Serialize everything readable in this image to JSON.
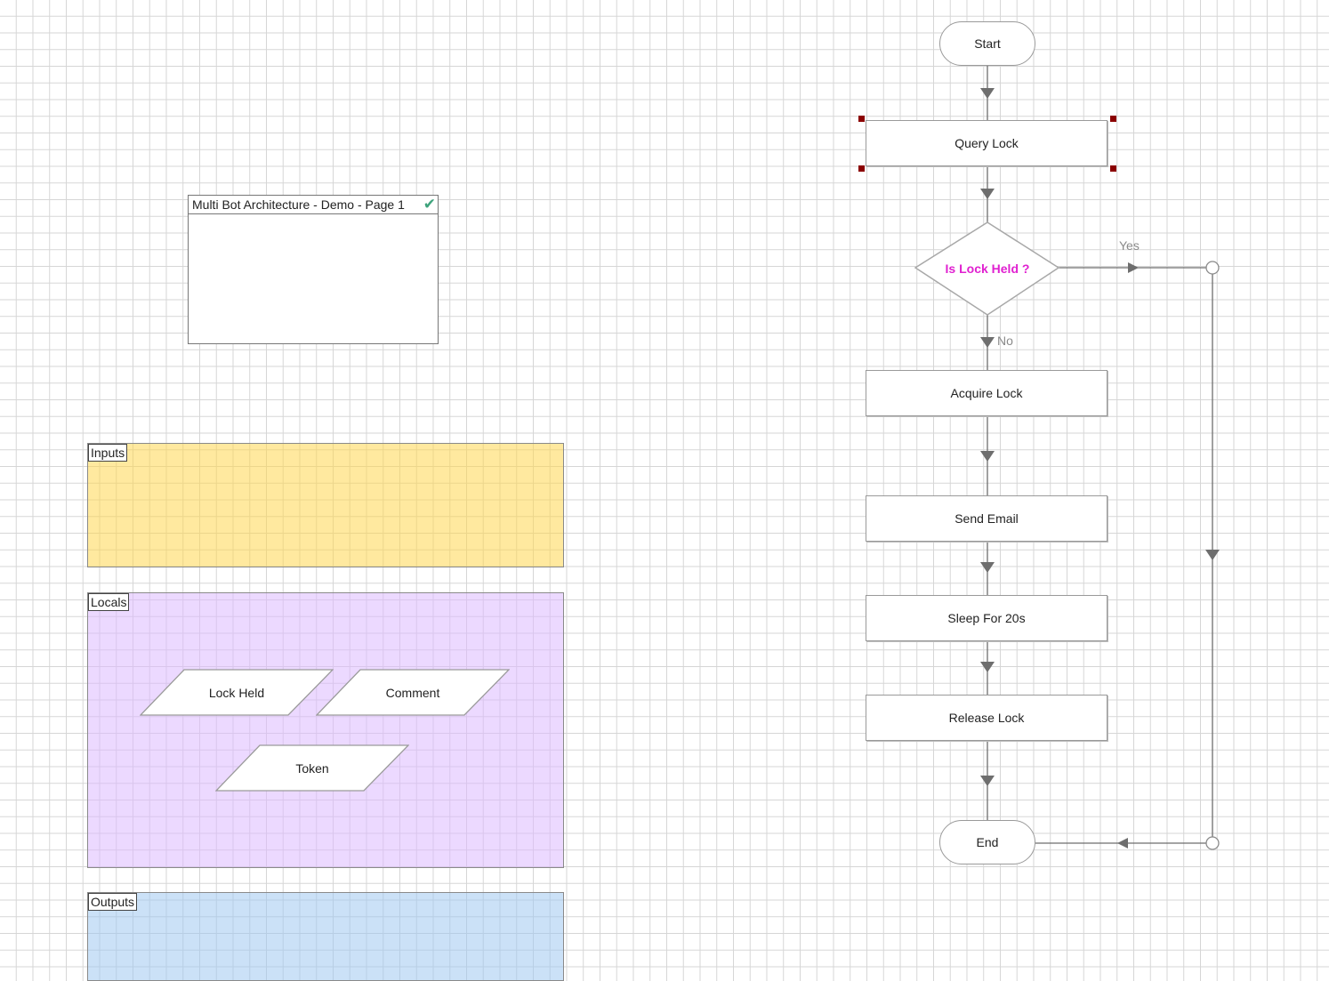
{
  "page_box": {
    "title": "Multi Bot Architecture - Demo - Page 1",
    "status_icon": "checkmark-icon"
  },
  "regions": {
    "inputs": "Inputs",
    "locals": "Locals",
    "outputs": "Outputs"
  },
  "data_items": {
    "lock_held": "Lock Held",
    "comment": "Comment",
    "token": "Token"
  },
  "flow": {
    "start": "Start",
    "query_lock": "Query Lock",
    "decision": "Is Lock Held ?",
    "yes": "Yes",
    "no": "No",
    "acquire_lock": "Acquire Lock",
    "send_email": "Send Email",
    "sleep": "Sleep For 20s",
    "release_lock": "Release Lock",
    "end": "End"
  },
  "colors": {
    "inputs_fill": "#ffe08a",
    "locals_fill": "#e8d3ff",
    "outputs_fill": "#c9def3",
    "decision_text": "#e020d0",
    "selection_handle": "#8b0000",
    "check": "#3ea37c"
  }
}
